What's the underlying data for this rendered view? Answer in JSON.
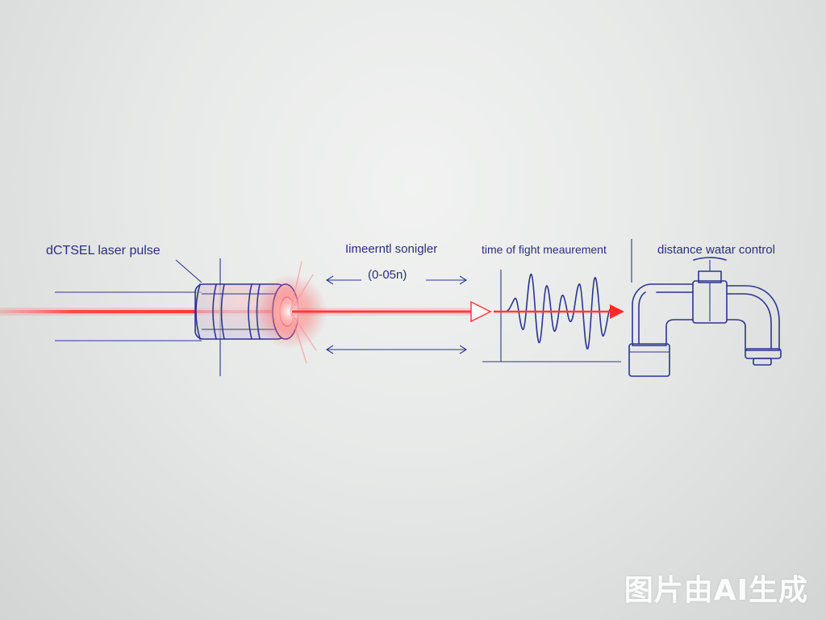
{
  "labels": {
    "laser_pulse": "dCTSEL laser pulse",
    "middle_top": "Iimeerntl sonigler",
    "middle_sub": "(0-05n)",
    "tof": "time of fight meaurement",
    "control": "distance watar control"
  },
  "watermark": "图片由AI生成",
  "colors": {
    "ink": "#2d3592",
    "beam": "#ff3b3b",
    "background": "#e7e9e8"
  },
  "icons": [
    "laser-emitter-icon",
    "waveform-icon",
    "water-faucet-icon",
    "arrow-icon"
  ]
}
